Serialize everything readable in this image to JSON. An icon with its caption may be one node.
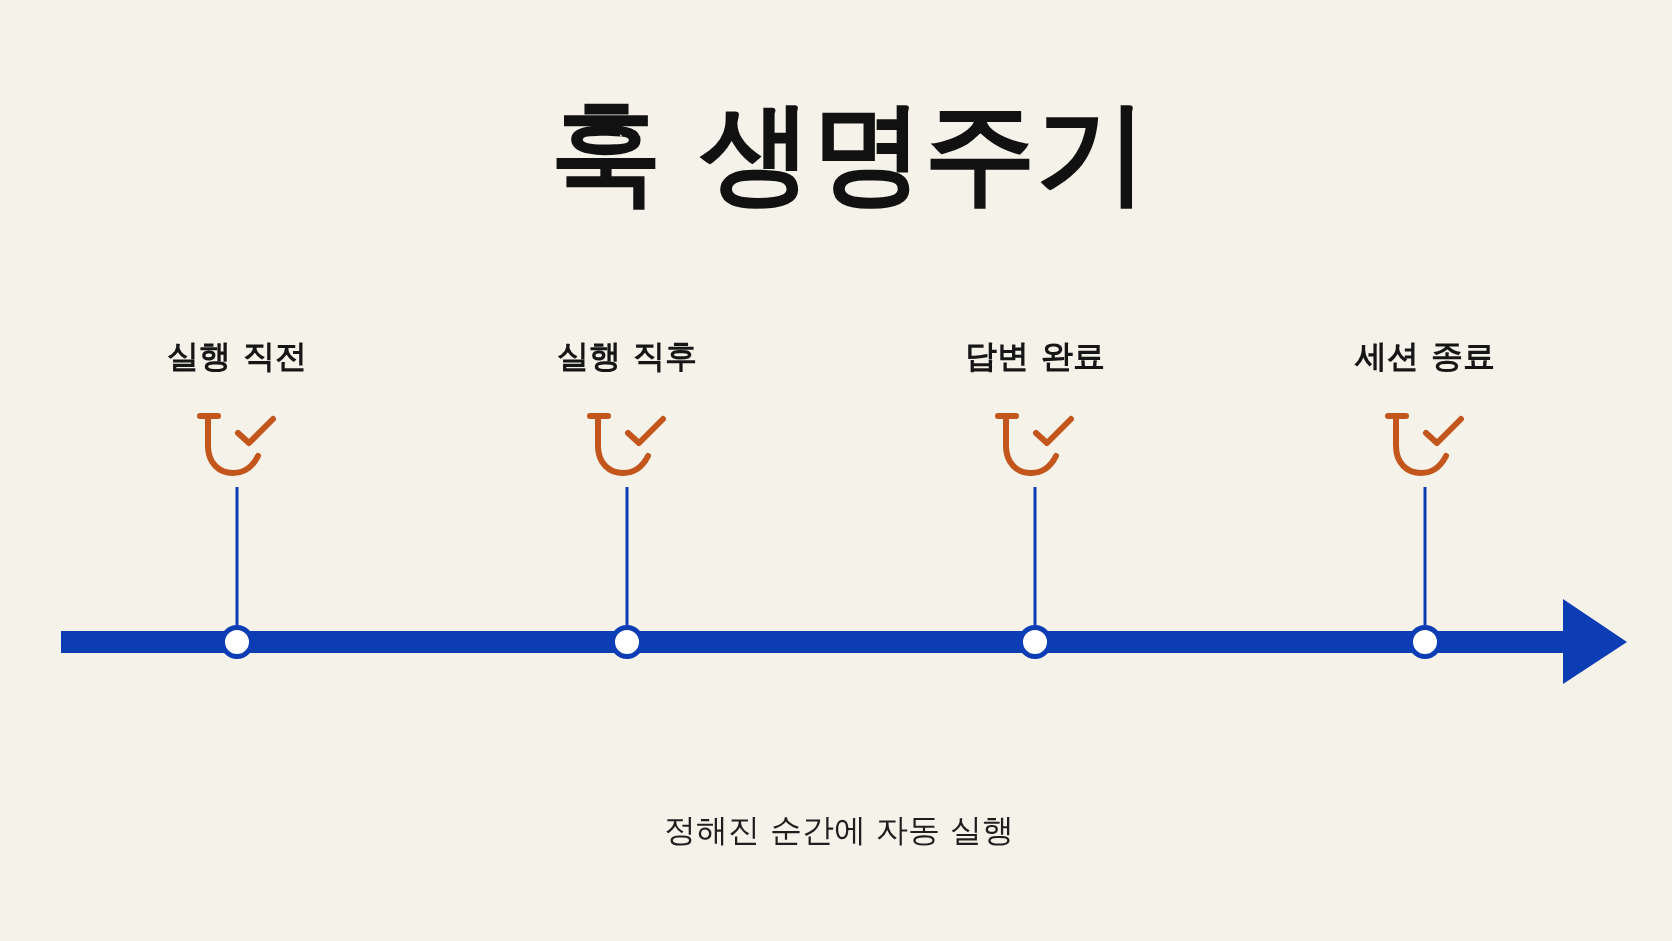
{
  "diagram": {
    "title": "훅 생명주기",
    "caption": "정해진 순간에 자동 실행",
    "nodes": [
      {
        "text": [
          "실행 직전"
        ]
      },
      {
        "text": [
          "실행 직후"
        ]
      },
      {
        "text": [
          "답변 완료"
        ]
      },
      {
        "text": [
          "세션 종료"
        ]
      },
      {
        "text": [],
        "shape": "circle"
      },
      {
        "text": [],
        "shape": "circle"
      },
      {
        "text": [],
        "shape": "circle"
      },
      {
        "text": [],
        "shape": "circle"
      }
    ],
    "edges": [
      {
        "from": 0,
        "to": 4,
        "arrow": "none"
      },
      {
        "from": 1,
        "to": 5,
        "arrow": "none"
      },
      {
        "from": 2,
        "to": 6,
        "arrow": "none"
      },
      {
        "from": 3,
        "to": 7,
        "arrow": "none"
      }
    ]
  }
}
